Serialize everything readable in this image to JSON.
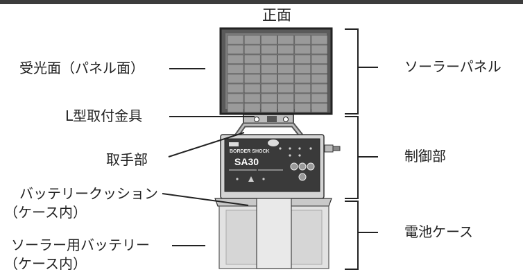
{
  "title": "正面",
  "labels": {
    "receiving_surface": "受光面（パネル面）",
    "l_bracket": "L型取付金具",
    "handle": "取手部",
    "battery_cushion_line1": "バッテリークッション",
    "battery_cushion_line2": "（ケース内）",
    "solar_battery_line1": "ソーラー用バッテリー",
    "solar_battery_line2": "（ケース内）",
    "solar_panel": "ソーラーパネル",
    "control_unit": "制御部",
    "battery_case": "電池ケース"
  },
  "device": {
    "brand": "BORDER SHOCK",
    "model": "SA30"
  },
  "colors": {
    "line": "#222222",
    "panel_frame": "#3a3a3a",
    "panel_cell": "#8e8e8e",
    "case_fill": "#dcdcdc"
  }
}
